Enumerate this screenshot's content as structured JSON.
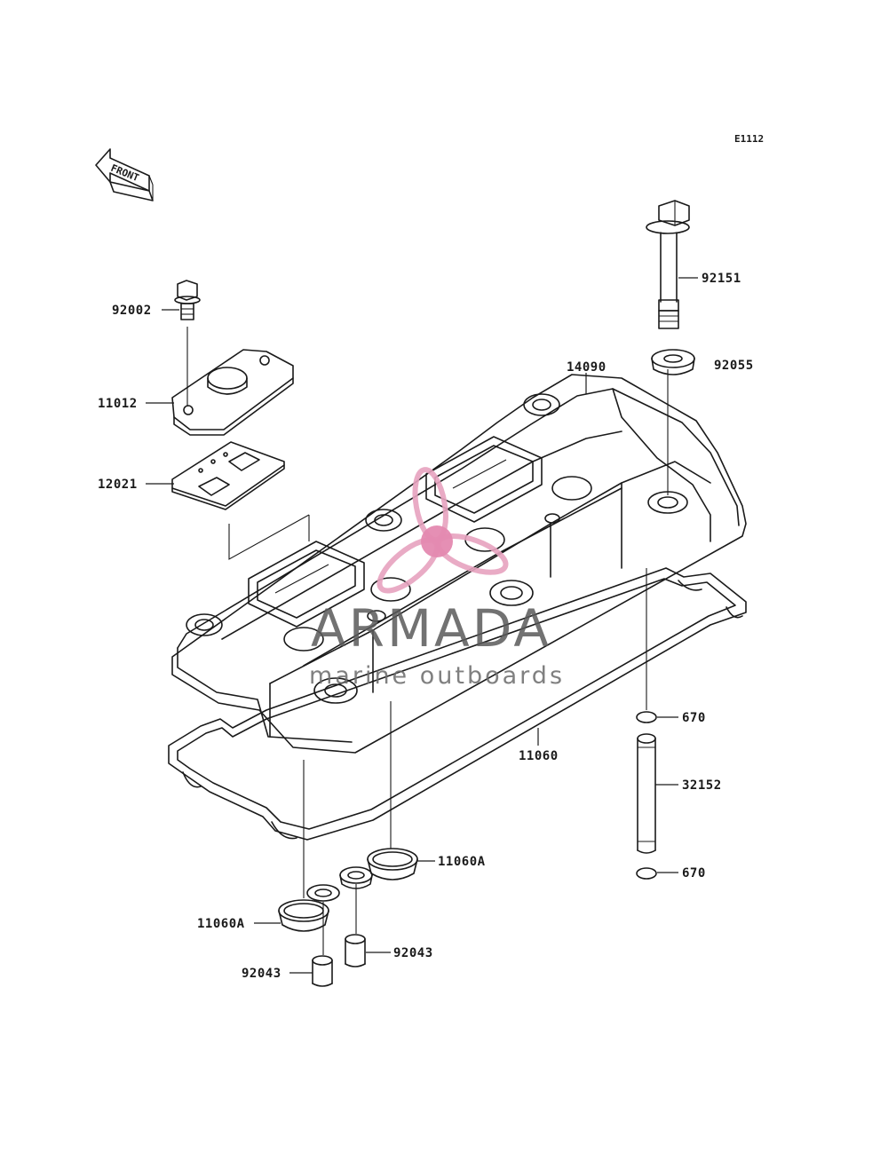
{
  "diagram_code": "E1112",
  "front_marker": "FRONT",
  "watermark": {
    "brand": "ARMADA",
    "tagline": "marine outboards",
    "brand_color": "#5a5a5a",
    "logo_color": "#e7a3bf"
  },
  "part_labels": {
    "p92151": "92151",
    "p92055": "92055",
    "p14090": "14090",
    "p92002": "92002",
    "p11012": "11012",
    "p12021": "12021",
    "p670_top": "670",
    "p32152": "32152",
    "p670_bottom": "670",
    "p11060": "11060",
    "p11060A_right": "11060A",
    "p11060A_left": "11060A",
    "p92043_right": "92043",
    "p92043_left": "92043"
  }
}
